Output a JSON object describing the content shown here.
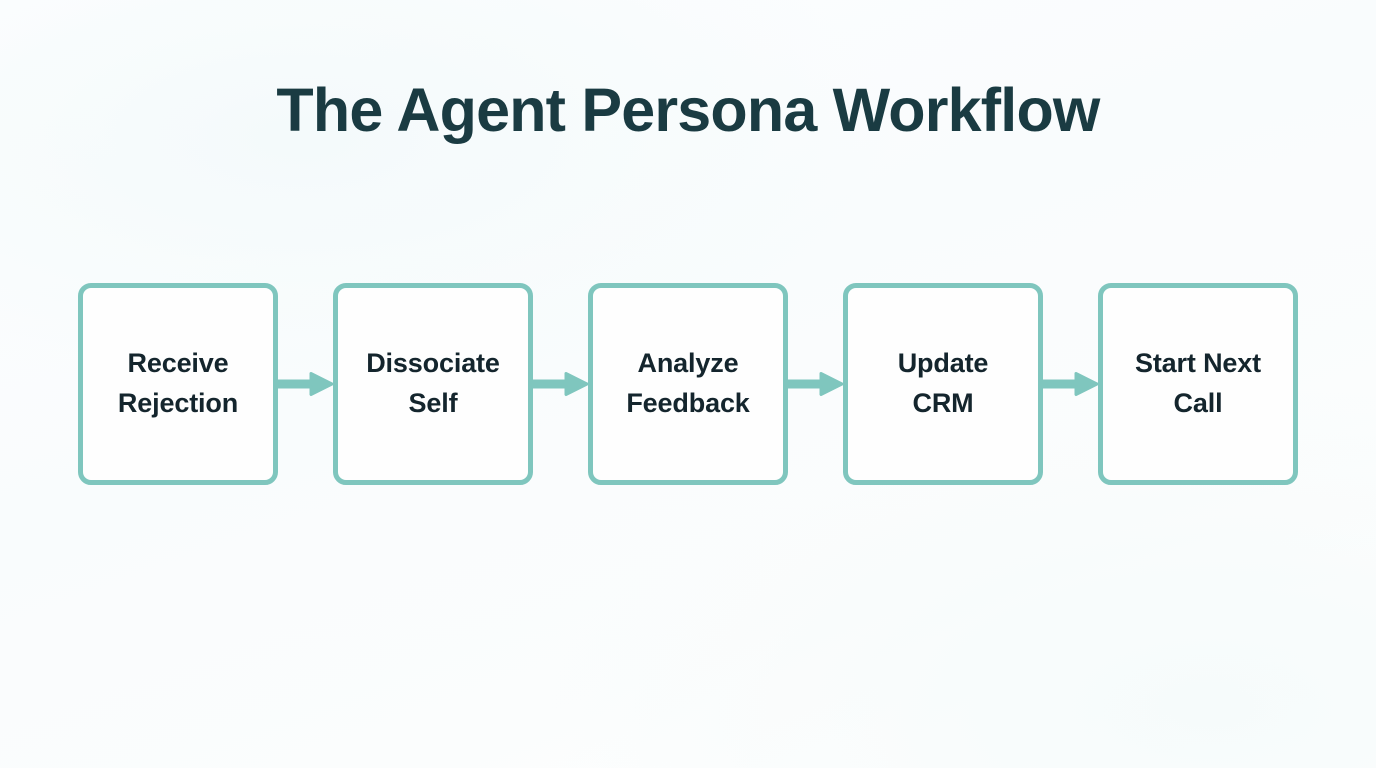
{
  "page": {
    "title": "The Agent Persona Workflow",
    "background_color": "#fbfdfd",
    "title_color": "#1a3b42"
  },
  "theme": {
    "node_border_color": "#7fc6be",
    "node_fill_color": "#fefefe",
    "node_label_color": "#14252d",
    "arrow_color": "#7fc6be"
  },
  "flow": {
    "arrow_icon": "arrow-right-icon",
    "steps": [
      {
        "index": 1,
        "label": "Receive\nRejection",
        "line1": "Receive",
        "line2": "Rejection"
      },
      {
        "index": 2,
        "label": "Dissociate\nSelf",
        "line1": "Dissociate",
        "line2": "Self"
      },
      {
        "index": 3,
        "label": "Analyze\nFeedback",
        "line1": "Analyze",
        "line2": "Feedback"
      },
      {
        "index": 4,
        "label": "Update\nCRM",
        "line1": "Update",
        "line2": "CRM"
      },
      {
        "index": 5,
        "label": "Start Next\nCall",
        "line1": "Start Next",
        "line2": "Call"
      }
    ]
  }
}
